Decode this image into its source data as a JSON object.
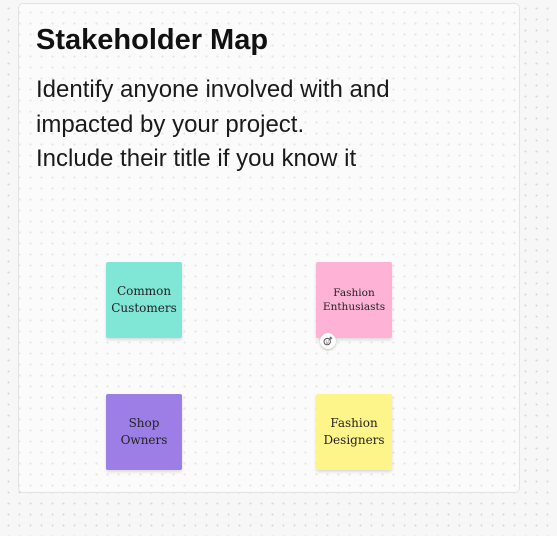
{
  "board": {
    "title": "Stakeholder Map",
    "instructions": [
      "Identify anyone involved with and",
      "impacted by your project.",
      "Include their title if you know it"
    ]
  },
  "sticky_notes": [
    {
      "lines": [
        "Common",
        "Customers"
      ],
      "color": "#80e6d6"
    },
    {
      "lines": [
        "Fashion",
        "Enthusiasts"
      ],
      "color": "#fdb2d6"
    },
    {
      "lines": [
        "Shop",
        "Owners"
      ],
      "color": "#9d7ee6"
    },
    {
      "lines": [
        "Fashion",
        "Designers"
      ],
      "color": "#fdf48a"
    }
  ],
  "reaction_badge": {
    "icon": "add-reaction-icon"
  }
}
